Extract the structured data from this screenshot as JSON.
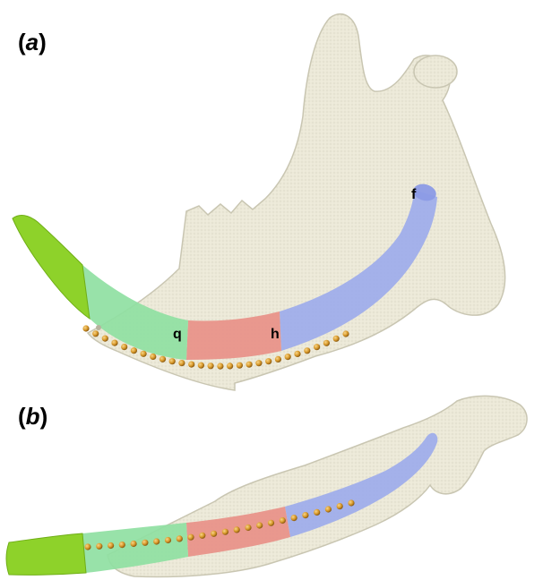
{
  "panels": {
    "a": {
      "open": "(",
      "letter": "a",
      "close": ")"
    },
    "b": {
      "open": "(",
      "letter": "b",
      "close": ")"
    }
  },
  "segment_labels": {
    "q": "q",
    "h": "h",
    "f": "f"
  },
  "colors": {
    "bone": "#ece9d8",
    "bone_edge": "#c9c6b2",
    "tip_green": "#8ed22a",
    "segment_green": "#8fe0a2",
    "segment_red": "#e89088",
    "segment_blue": "#9aa8ec",
    "marker_orange": "#d99a2b"
  },
  "marker_counts": {
    "panel_a": 28,
    "panel_b": 24
  }
}
